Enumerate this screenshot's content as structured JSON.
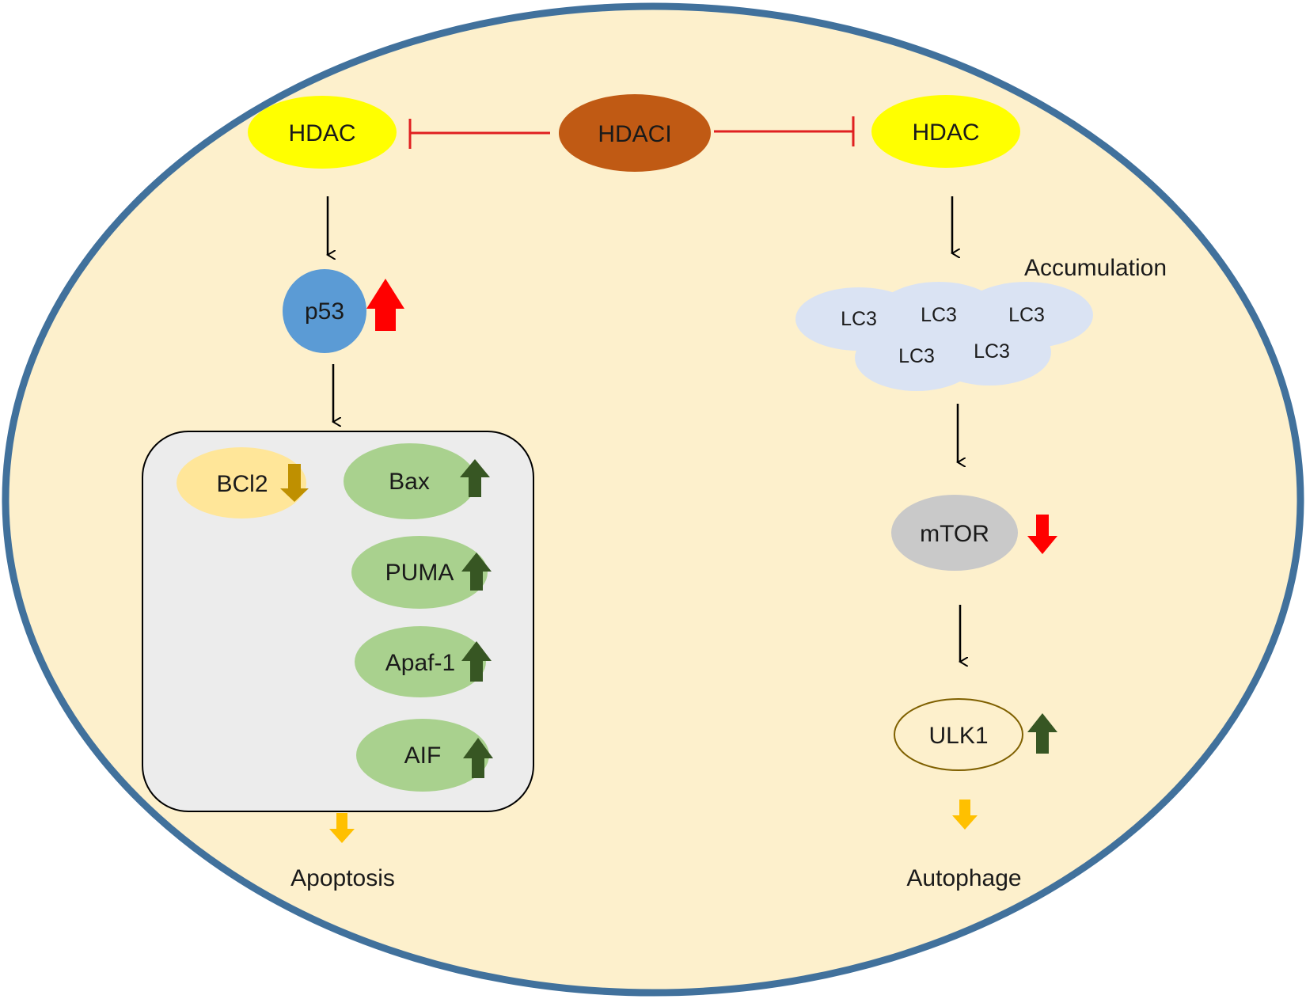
{
  "colors": {
    "cell_fill": "#fdf0cc",
    "cell_border": "#41719c",
    "hdac": "#ffff00",
    "hdaci": "#c05a14",
    "p53": "#5b9bd5",
    "inhibit_line": "#e02020",
    "green_node": "#a9d18e",
    "green_arrow": "#375623",
    "bcl2_fill": "#ffe699",
    "bcl2_arrow": "#bf9000",
    "lc3": "#dae3f3",
    "mtor": "#c9c9c9",
    "up_red": "#ff0000",
    "outcome_arrow": "#ffc000",
    "ulk1_border": "#7f6000",
    "box_fill": "#ececec"
  },
  "nodes": {
    "hdac_left": "HDAC",
    "hdaci": "HDACI",
    "hdac_right": "HDAC",
    "p53": "p53",
    "bcl2": "BCl2",
    "bax": "Bax",
    "puma": "PUMA",
    "apaf1": "Apaf-1",
    "aif": "AIF",
    "accumulation": "Accumulation",
    "lc3": [
      "LC3",
      "LC3",
      "LC3",
      "LC3",
      "LC3"
    ],
    "mtor": "mTOR",
    "ulk1": "ULK1"
  },
  "outcomes": {
    "apoptosis": "Apoptosis",
    "autophage": "Autophage"
  },
  "icons": {
    "inhibit": "inhibition-t-bar-icon",
    "up": "up-arrow-icon",
    "down": "down-arrow-icon",
    "flow": "flow-arrow-icon"
  }
}
